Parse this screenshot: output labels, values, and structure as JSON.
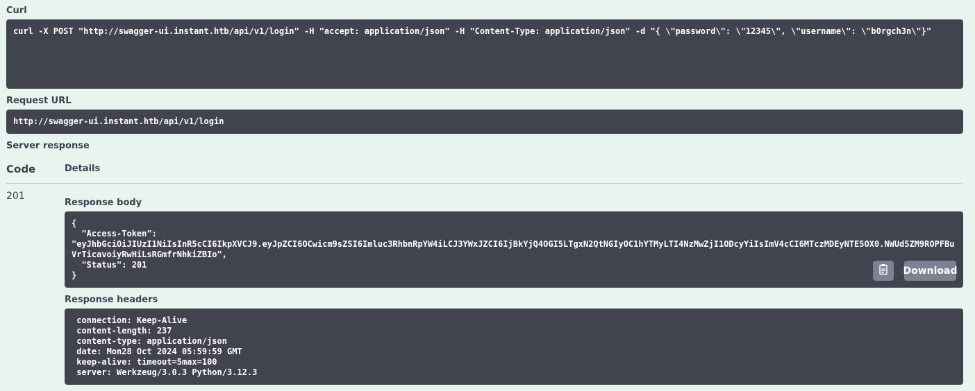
{
  "curl": {
    "label": "Curl",
    "command": "curl -X POST \"http://swagger-ui.instant.htb/api/v1/login\" -H \"accept: application/json\" -H \"Content-Type: application/json\" -d \"{ \\\"password\\\": \\\"12345\\\", \\\"username\\\": \\\"b0rgch3n\\\"}\""
  },
  "request_url": {
    "label": "Request URL",
    "value": "http://swagger-ui.instant.htb/api/v1/login"
  },
  "server_response": {
    "label": "Server response",
    "code_header": "Code",
    "details_header": "Details",
    "code": "201",
    "response_body": {
      "label": "Response body",
      "lines": [
        "{",
        "  \"Access-Token\":",
        "\"eyJhbGciOiJIUzI1NiIsInR5cCI6IkpXVCJ9.eyJpZCI6OCwicm9sZSI6Imluc3RhbnRpYW4iLCJ3YWxJZCI6IjBkYjQ4OGI5LTgxN2QtNGIyOC1hYTMyLTI4NzMwZjI1ODcyYiIsImV4cCI6MTczMDEyNTE5OX0.NWUd5ZM9ROPFBuVrTicavoiyRwHiLsRGmfrNhkiZBIo\",",
        "  \"Status\": 201",
        "}"
      ],
      "download_label": "Download",
      "copy_icon": "clipboard-icon"
    },
    "response_headers": {
      "label": "Response headers",
      "lines": [
        " connection: Keep-Alive",
        " content-length: 237",
        " content-type: application/json",
        " date: Mon28 Oct 2024 05:59:59 GMT",
        " keep-alive: timeout=5max=100",
        " server: Werkzeug/3.0.3 Python/3.12.3"
      ]
    }
  }
}
